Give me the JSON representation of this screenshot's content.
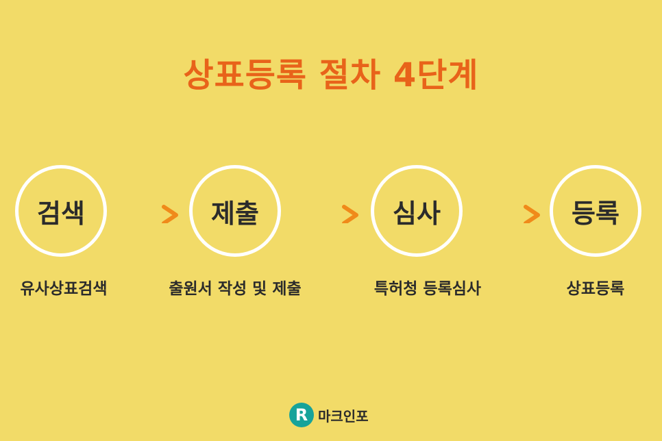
{
  "title": "상표등록 절차 4단계",
  "steps": [
    {
      "label": "검색",
      "caption": "유사상표검색"
    },
    {
      "label": "제출",
      "caption": "출원서 작성 및 제출"
    },
    {
      "label": "심사",
      "caption": "특허청 등록심사"
    },
    {
      "label": "등록",
      "caption": "상표등록"
    }
  ],
  "logo": {
    "mark": "R",
    "text": "마크인포"
  },
  "colors": {
    "background": "#f2db68",
    "title": "#e8631a",
    "arrow_start": "#f7c44a",
    "arrow_end": "#f08a1a",
    "logo_mark": "#17a39a"
  }
}
